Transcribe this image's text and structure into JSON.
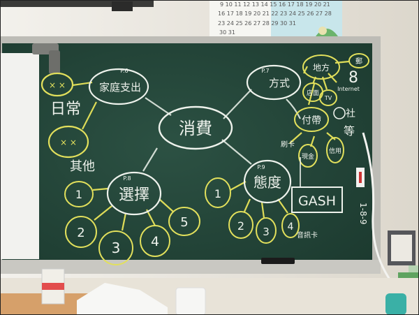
{
  "photo": {
    "subject": "classroom chalkboard mind map",
    "colors": {
      "board": "#25473a",
      "chalk_white": "#eef2ec",
      "chalk_yellow": "#e2e05c",
      "wall": "#e9e6df",
      "frame": "#b9b9b4"
    }
  },
  "calendar": {
    "rows": [
      "9 10 11 12 13 14 15 16 17 18 19 20 21",
      "16 17 18 19 20 21 22 23 24 25 26 27 28",
      "23 24 25 26 27 28 29 30 31",
      "30 31"
    ],
    "tail": [
      "18 19",
      "25 26",
      "29 30 31",
      "31"
    ]
  },
  "mindmap": {
    "center": "消費",
    "top_left": {
      "label": "家庭支出",
      "page": "P.6"
    },
    "top_left_children": [
      "日常",
      "其他"
    ],
    "top_left_child_marks": [
      "× ×",
      "× ×"
    ],
    "bottom_left": {
      "label": "選擇",
      "page": "P.8"
    },
    "bottom_left_children": [
      "1",
      "2",
      "3",
      "4",
      "5"
    ],
    "top_right": {
      "label": "方式",
      "page": "P.7"
    },
    "top_right_children": [
      "地方",
      "付帶"
    ],
    "top_right_small": [
      "店面",
      "TV",
      "Internet",
      "郵"
    ],
    "pay_children": [
      "現金",
      "信用",
      "刷卡"
    ],
    "right_edge": [
      "社",
      "等",
      "8"
    ],
    "bottom_right": {
      "label": "態度",
      "page": "P.9"
    },
    "bottom_right_children": [
      "1",
      "2",
      "3",
      "4"
    ],
    "gash_label": "GASH",
    "gash_note": "音訊卡",
    "side_note": "1-8-9"
  }
}
